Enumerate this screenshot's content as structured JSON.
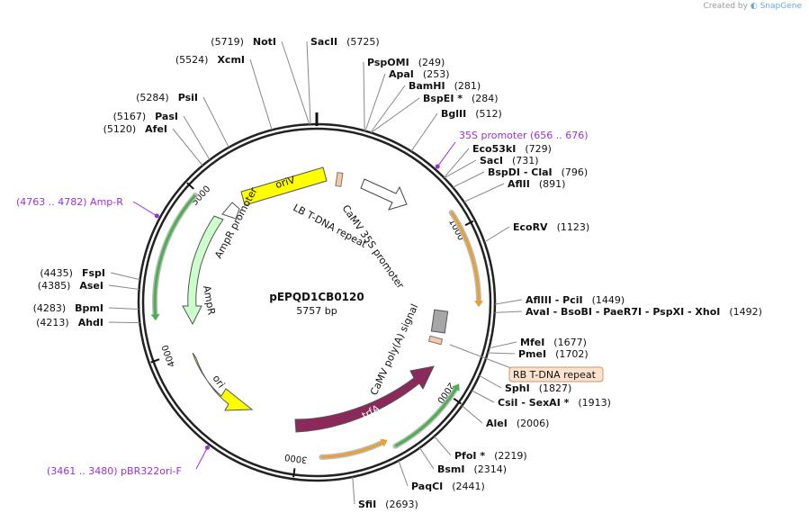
{
  "brand": {
    "prefix": "Created by",
    "name": "SnapGene"
  },
  "plasmid": {
    "name": "pEPQD1CB0120",
    "length_label": "5757 bp",
    "length": 5757
  },
  "colors": {
    "backbone": "#222222",
    "primer": "#9b30d9",
    "oriV": "#ffff00",
    "ori": "#ffff00",
    "AmpR": "#ccffcc",
    "trfA": "#8b2a5a",
    "CaMV_35S_promoter": "#ffffff",
    "CaMV_polyA": "#a6a6a6",
    "T_DNA_repeat": "#f5c8a8",
    "orf_orange": "#e8a030",
    "orf_green": "#4caf50"
  },
  "tick_labels": [
    {
      "bp": 1000,
      "label": "1000"
    },
    {
      "bp": 2000,
      "label": "2000"
    },
    {
      "bp": 3000,
      "label": "3000"
    },
    {
      "bp": 4000,
      "label": "4000"
    },
    {
      "bp": 5000,
      "label": "5000"
    }
  ],
  "sites": [
    {
      "name": "NotI",
      "pos": "(5719)",
      "bp": 5719,
      "side": "left"
    },
    {
      "name": "SacII",
      "pos": "(5725)",
      "bp": 5725,
      "side": "right"
    },
    {
      "name": "XcmI",
      "pos": "(5524)",
      "bp": 5524,
      "side": "left"
    },
    {
      "name": "PspOMI",
      "pos": "(249)",
      "bp": 249,
      "side": "right"
    },
    {
      "name": "ApaI",
      "pos": "(253)",
      "bp": 253,
      "side": "right"
    },
    {
      "name": "BamHI",
      "pos": "(281)",
      "bp": 281,
      "side": "right"
    },
    {
      "name": "BspEI *",
      "pos": "(284)",
      "bp": 284,
      "side": "right"
    },
    {
      "name": "PsiI",
      "pos": "(5284)",
      "bp": 5284,
      "side": "left"
    },
    {
      "name": "BglII",
      "pos": "(512)",
      "bp": 512,
      "side": "right"
    },
    {
      "name": "PasI",
      "pos": "(5167)",
      "bp": 5167,
      "side": "left"
    },
    {
      "name": "AfeI",
      "pos": "(5120)",
      "bp": 5120,
      "side": "left"
    },
    {
      "name": "Eco53kI",
      "pos": "(729)",
      "bp": 729,
      "side": "right"
    },
    {
      "name": "SacI",
      "pos": "(731)",
      "bp": 731,
      "side": "right"
    },
    {
      "name": "BspDI - ClaI",
      "pos": "(796)",
      "bp": 796,
      "side": "right"
    },
    {
      "name": "AflII",
      "pos": "(891)",
      "bp": 891,
      "side": "right"
    },
    {
      "name": "EcoRV",
      "pos": "(1123)",
      "bp": 1123,
      "side": "right"
    },
    {
      "name": "AflIII - PciI",
      "pos": "(1449)",
      "bp": 1449,
      "side": "right"
    },
    {
      "name": "AvaI - BsoBI - PaeR7I - PspXI - XhoI",
      "pos": "(1492)",
      "bp": 1492,
      "side": "right"
    },
    {
      "name": "MfeI",
      "pos": "(1677)",
      "bp": 1677,
      "side": "right"
    },
    {
      "name": "PmeI",
      "pos": "(1702)",
      "bp": 1702,
      "side": "right"
    },
    {
      "name": "SphI",
      "pos": "(1827)",
      "bp": 1827,
      "side": "right"
    },
    {
      "name": "CsiI - SexAI *",
      "pos": "(1913)",
      "bp": 1913,
      "side": "right"
    },
    {
      "name": "AleI",
      "pos": "(2006)",
      "bp": 2006,
      "side": "right"
    },
    {
      "name": "PfoI *",
      "pos": "(2219)",
      "bp": 2219,
      "side": "right"
    },
    {
      "name": "BsmI",
      "pos": "(2314)",
      "bp": 2314,
      "side": "right"
    },
    {
      "name": "PaqCI",
      "pos": "(2441)",
      "bp": 2441,
      "side": "right"
    },
    {
      "name": "SfiI",
      "pos": "(2693)",
      "bp": 2693,
      "side": "right"
    },
    {
      "name": "FspI",
      "pos": "(4435)",
      "bp": 4435,
      "side": "left"
    },
    {
      "name": "AseI",
      "pos": "(4385)",
      "bp": 4385,
      "side": "left"
    },
    {
      "name": "BpmI",
      "pos": "(4283)",
      "bp": 4283,
      "side": "left"
    },
    {
      "name": "AhdI",
      "pos": "(4213)",
      "bp": 4213,
      "side": "left"
    }
  ],
  "primers": [
    {
      "label": "35S promoter",
      "range": "(656 .. 676)",
      "bp": 666
    },
    {
      "label": "Amp-R",
      "range": "(4763 .. 4782)",
      "bp": 4772
    },
    {
      "label": "pBR322ori-F",
      "range": "(3461 .. 3480)",
      "bp": 3470
    }
  ],
  "features": {
    "oriV": "oriV",
    "lb_repeat": "LB T-DNA repeat",
    "camv35s": "CaMV 35S promoter",
    "ampr_promoter": "AmpR promoter",
    "ampr": "AmpR",
    "ori": "ori",
    "camv_polya": "CaMV poly(A) signal",
    "trfa": "trfA",
    "rb_repeat": "RB T-DNA repeat"
  }
}
